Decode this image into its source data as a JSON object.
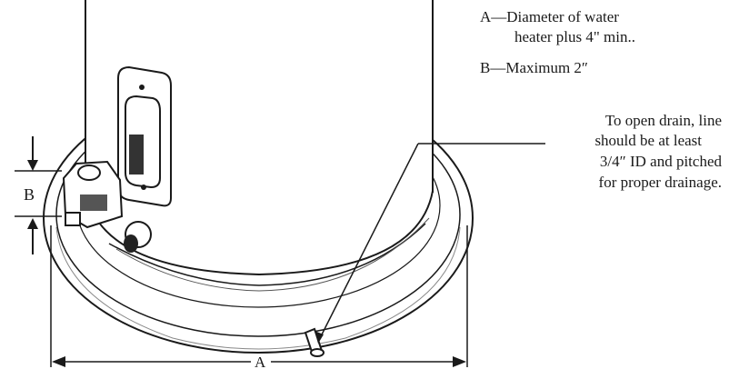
{
  "legend": {
    "a_line1": "A—Diameter of water",
    "a_line2": "heater plus 4\" min..",
    "b_line": "B—Maximum 2″"
  },
  "drain_note": {
    "line1": "To open drain, line",
    "line2": "should be at least",
    "line3": "3/4″ ID and pitched",
    "line4": "for proper drainage."
  },
  "dimension_labels": {
    "a": "A",
    "b": "B"
  }
}
